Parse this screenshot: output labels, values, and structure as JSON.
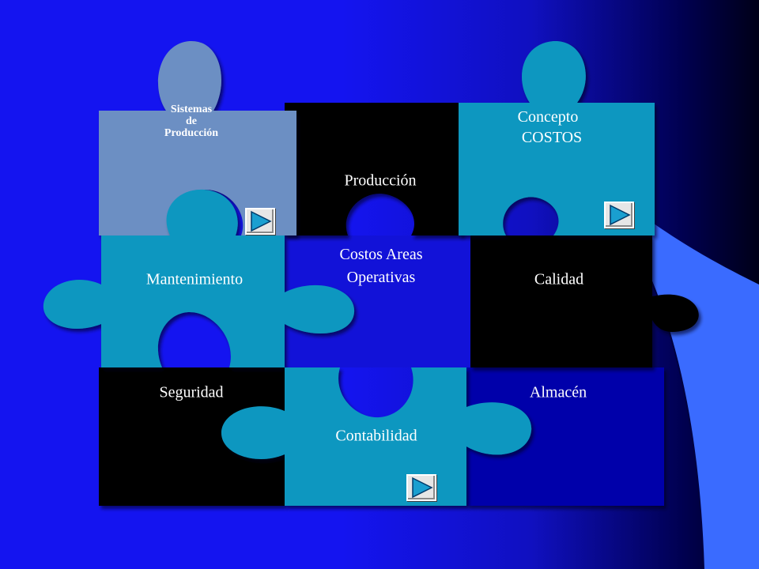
{
  "slide": {
    "colors": {
      "background": "#1414f0",
      "accent_curve": "#3a6bff",
      "piece_black": "#000000",
      "piece_teal": "#1097c0",
      "piece_slate": "#6c8fc3",
      "piece_navy": "#0000aa"
    }
  },
  "pieces": {
    "sistemas": {
      "line1": "Sistemas",
      "line2": "de",
      "line3": "Producción"
    },
    "produccion": "Producción",
    "concepto": {
      "line1": "Concepto",
      "line2": "COSTOS"
    },
    "mantenimiento": "Mantenimiento",
    "center": {
      "line1": "Costos Areas",
      "line2": "Operativas"
    },
    "calidad": "Calidad",
    "seguridad": "Seguridad",
    "contabilidad": "Contabilidad",
    "almacen": "Almacén"
  },
  "nav_buttons": [
    {
      "icon": "play-triangle-icon"
    },
    {
      "icon": "play-triangle-icon"
    },
    {
      "icon": "play-triangle-icon"
    }
  ]
}
